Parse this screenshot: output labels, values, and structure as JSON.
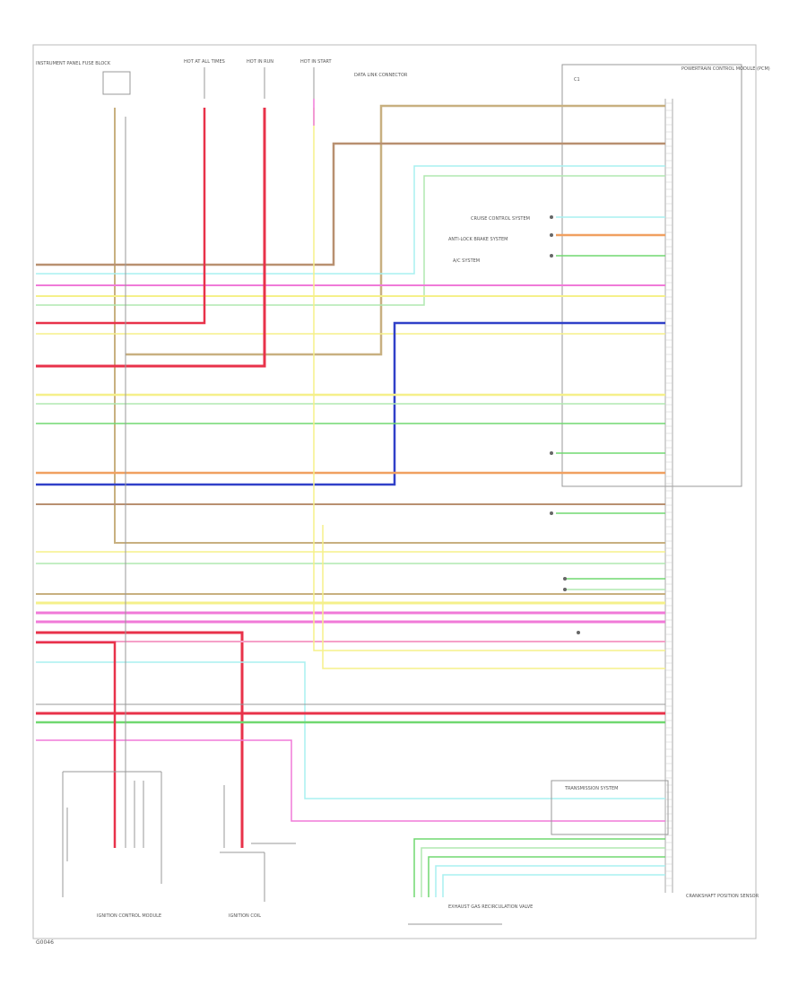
{
  "diagram": {
    "footer_code": "G0046",
    "module_label": "POWERTRAIN CONTROL MODULE (PCM)",
    "connector_label": "C1",
    "left_labels": [
      "INSTRUMENT PANEL FUSE BLOCK",
      "DATA LINK CONNECTOR",
      "HOT AT ALL TIMES",
      "HOT IN RUN",
      "HOT IN START"
    ],
    "bottom_labels": [
      "IGNITION CONTROL MODULE",
      "IGNITION COIL",
      "EXHAUST GAS RECIRCULATION VALVE",
      "CRANKSHAFT POSITION SENSOR"
    ],
    "side_notes": [
      "CRUISE CONTROL SYSTEM",
      "ANTI-LOCK BRAKE SYSTEM",
      "A/C SYSTEM",
      "TRANSMISSION SYSTEM"
    ],
    "colors": {
      "pink": "#f5a0c8",
      "magenta": "#f07ad8",
      "red": "#e8324a",
      "orange": "#f0a060",
      "tan": "#c8b080",
      "brown": "#b89070",
      "yellow": "#f5f08a",
      "green": "#70d870",
      "lightgreen": "#b0e8b0",
      "cyan": "#a8f0f0",
      "blue": "#3040c8",
      "gray": "#999999"
    }
  }
}
